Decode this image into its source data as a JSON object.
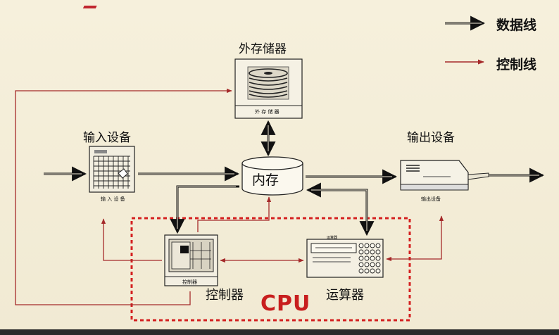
{
  "legend": {
    "data_line": "数据线",
    "control_line": "控制线"
  },
  "labels": {
    "external_storage": "外存储器",
    "input_device": "输入设备",
    "output_device": "输出设备",
    "memory": "内存",
    "controller": "控制器",
    "alu": "运算器",
    "cpu": "CPU"
  },
  "small_captions": {
    "external_storage": "外 存 储 器",
    "input_device": "输 入 设 备",
    "output_device": "输出设备",
    "controller": "控制器",
    "alu": "运算器"
  },
  "colors": {
    "data_line": "#111111",
    "control_line": "#a52a2a",
    "cpu_box": "#d42020",
    "cpu_text": "#c81e1e"
  }
}
